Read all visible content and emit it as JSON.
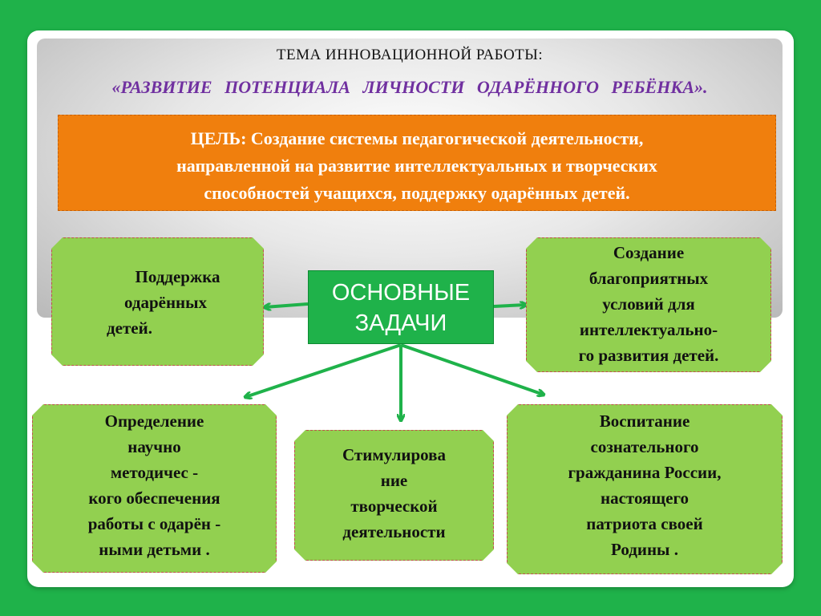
{
  "title": "ТЕМА  ИННОВАЦИОННОЙ   РАБОТЫ:",
  "subtitle": "«РАЗВИТИЕ  ПОТЕНЦИАЛА  ЛИЧНОСТИ  ОДАРЁННОГО РЕБЁНКА».",
  "goal": {
    "lines": [
      "ЦЕЛЬ: Создание системы педагогической деятельности,",
      "направленной на развитие интеллектуальных и творческих",
      "способностей учащихся, поддержку одарённых детей."
    ]
  },
  "center": {
    "lines": [
      "ОСНОВНЫЕ",
      "ЗАДАЧИ"
    ]
  },
  "tasks": {
    "support": {
      "lines": [
        "Поддержка",
        "одарённых",
        "детей."
      ]
    },
    "conditions": {
      "lines": [
        "Создание",
        "благоприятных",
        "условий для",
        "интеллектуально-",
        "го развития детей."
      ]
    },
    "methodology": {
      "lines": [
        "Определение",
        "научно",
        "методичес -",
        "кого обеспечения",
        "работы с одарён -",
        "ными детьми ."
      ]
    },
    "stimulation": {
      "lines": [
        "Стимулирова",
        "ние",
        "творческой",
        "деятельности"
      ]
    },
    "upbringing": {
      "lines": [
        "Воспитание",
        "сознательного",
        "гражданина  России,",
        "настоящего",
        "патриота своей",
        "Родины ."
      ]
    }
  },
  "colors": {
    "background": "#1fb24a",
    "goal_fill": "#f07f0d",
    "task_fill": "#92d050",
    "subtitle": "#7030a0",
    "arrow": "#1fb24a"
  }
}
